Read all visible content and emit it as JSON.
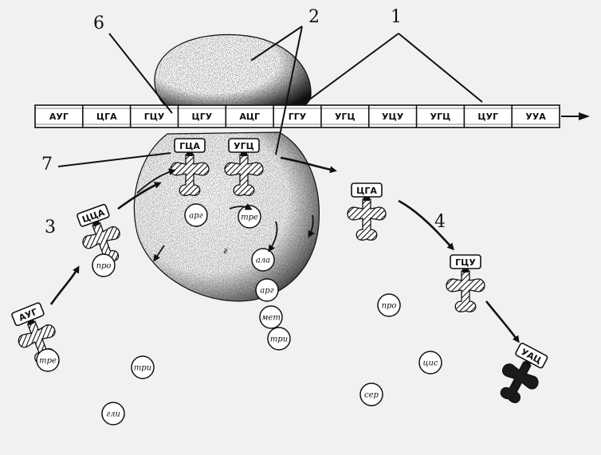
{
  "labels": {
    "n1": "1",
    "n2": "2",
    "n3": "3",
    "n4": "4",
    "n6": "6",
    "n7": "7",
    "g": "г"
  },
  "mrna": {
    "codons": [
      "АУГ",
      "ЦГА",
      "ГЦУ",
      "ЦГУ",
      "АЦГ",
      "ГГУ",
      "УГЦ",
      "УЦУ",
      "УГЦ",
      "ЦУГ",
      "УУА"
    ]
  },
  "trna": {
    "bound_left": {
      "anticodon": "ГЦА",
      "amino": "арг"
    },
    "bound_right": {
      "anticodon": "УГЦ",
      "amino": "тре"
    },
    "incoming_3": {
      "anticodon": "ЦЦА",
      "amino": "про"
    },
    "incoming_bottom": {
      "anticodon": "АУГ",
      "amino": "тре"
    },
    "leaving_1": {
      "anticodon": "ЦГА"
    },
    "leaving_2": {
      "anticodon": "ГЦУ"
    },
    "leaving_3": {
      "anticodon": "УАЦ"
    }
  },
  "peptide": [
    "ала",
    "арг",
    "мет",
    "три"
  ],
  "free_amino": [
    "три",
    "гли",
    "про",
    "цис",
    "сер"
  ],
  "colors": {
    "ink": "#111111",
    "paper": "#f1f1f1"
  }
}
